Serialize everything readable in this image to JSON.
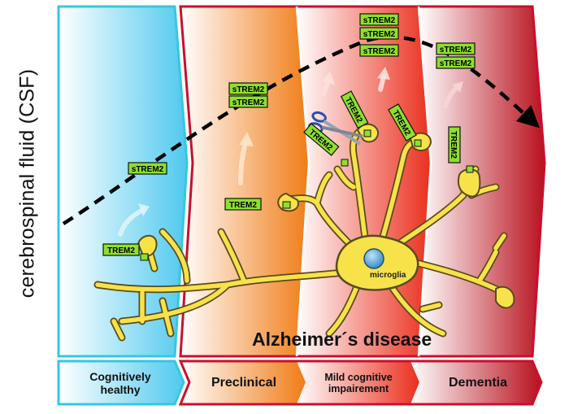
{
  "axis": {
    "ylabel": "cerebrospinal fluid (CSF)"
  },
  "disease_title": "Alzheimer´s disease",
  "cell_label": "microglia",
  "receptor_label": "TREM2",
  "soluble_label": "sTREM2",
  "stages": [
    {
      "label": "Cognitively healthy",
      "line1": "Cognitively",
      "line2": "healthy"
    },
    {
      "label": "Preclinical"
    },
    {
      "label": "Mild cognitive impairement",
      "line1": "Mild cognitive",
      "line2": "impairement"
    },
    {
      "label": "Dementia"
    }
  ],
  "colors": {
    "healthy_border": "#36c7e0",
    "healthy_fill": "#4fc9ef",
    "disease_border": "#c8102e",
    "preclinical_fill": "#f07c16",
    "mci_fill": "#ea2f1d",
    "dementia_fill": "#b8101d",
    "label_fill": "#8ee02c",
    "cell_fill": "#f7e24a",
    "nucleus_fill": "#4aa6d8"
  },
  "icons": [
    "scissors-icon",
    "up-arrow-icon",
    "trend-arrow-icon"
  ]
}
